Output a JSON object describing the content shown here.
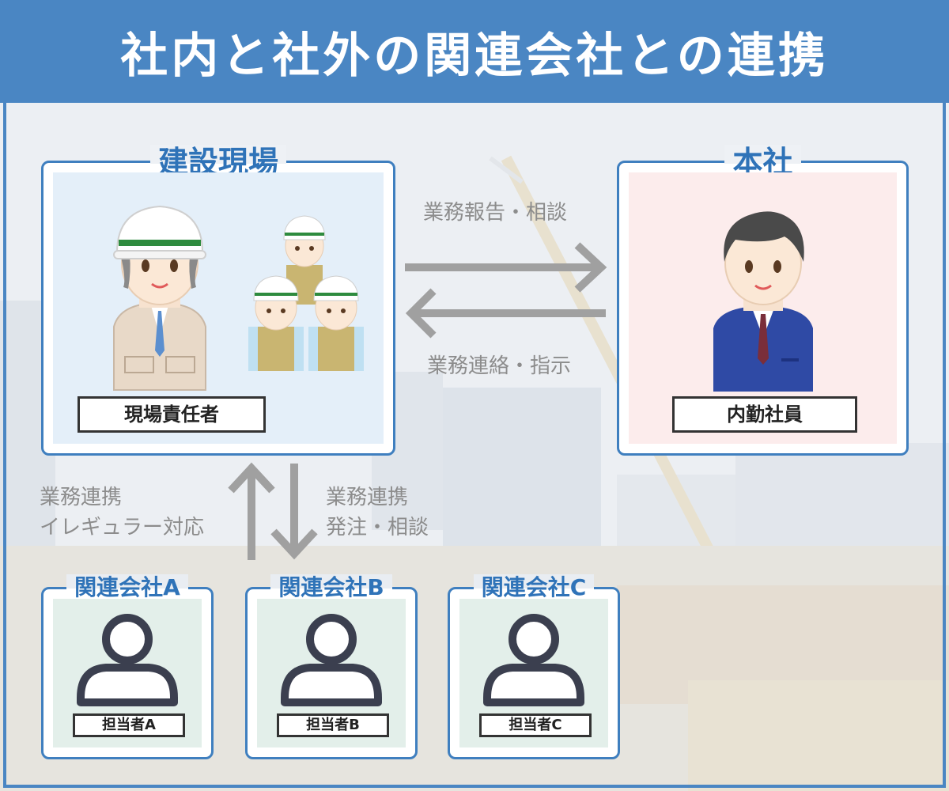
{
  "title": "社内と社外の関連会社との連携",
  "site": {
    "title": "建設現場",
    "label": "現場責任者"
  },
  "hq": {
    "title": "本社",
    "label": "内勤社員"
  },
  "flows": {
    "to_hq": "業務報告・相談",
    "to_site": "業務連絡・指示",
    "up": [
      "業務連携",
      "イレギュラー対応"
    ],
    "down": [
      "業務連携",
      "発注・相談"
    ]
  },
  "companies": [
    {
      "title": "関連会社A",
      "person": "担当者A"
    },
    {
      "title": "関連会社B",
      "person": "担当者B"
    },
    {
      "title": "関連会社C",
      "person": "担当者C"
    }
  ],
  "colors": {
    "header": "#4a86c3",
    "panel_border": "#3f7fbf",
    "site_fill": "#e4eff9",
    "hq_fill": "#fcecec",
    "company_fill": "#e3efea",
    "arrow": "#a0a0a0"
  }
}
